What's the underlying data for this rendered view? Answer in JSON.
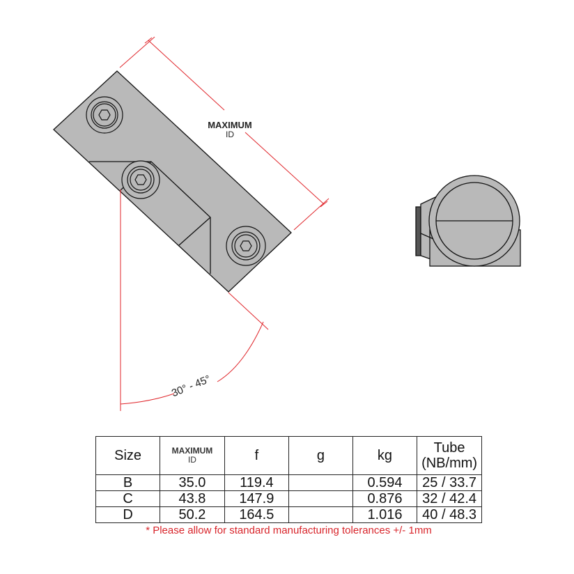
{
  "drawing": {
    "dimension_label_line1": "MAXIMUM",
    "dimension_label_line2": "ID",
    "angle_label": "30° - 45°",
    "colors": {
      "part_fill": "#b9b9b9",
      "dimension": "#e0262b",
      "outline": "#111111"
    }
  },
  "table": {
    "headers": {
      "size": "Size",
      "max_id_line1": "MAXIMUM",
      "max_id_line2": "ID",
      "f": "f",
      "g": "g",
      "kg": "kg",
      "tube_line1": "Tube",
      "tube_line2": "(NB/mm)"
    },
    "rows": [
      {
        "size": "B",
        "max_id": "35.0",
        "f": "119.4",
        "g": "",
        "kg": "0.594",
        "tube": "25 / 33.7"
      },
      {
        "size": "C",
        "max_id": "43.8",
        "f": "147.9",
        "g": "",
        "kg": "0.876",
        "tube": "32 / 42.4"
      },
      {
        "size": "D",
        "max_id": "50.2",
        "f": "164.5",
        "g": "",
        "kg": "1.016",
        "tube": "40 / 48.3"
      }
    ]
  },
  "footnote": "* Please allow for standard manufacturing tolerances +/- 1mm"
}
